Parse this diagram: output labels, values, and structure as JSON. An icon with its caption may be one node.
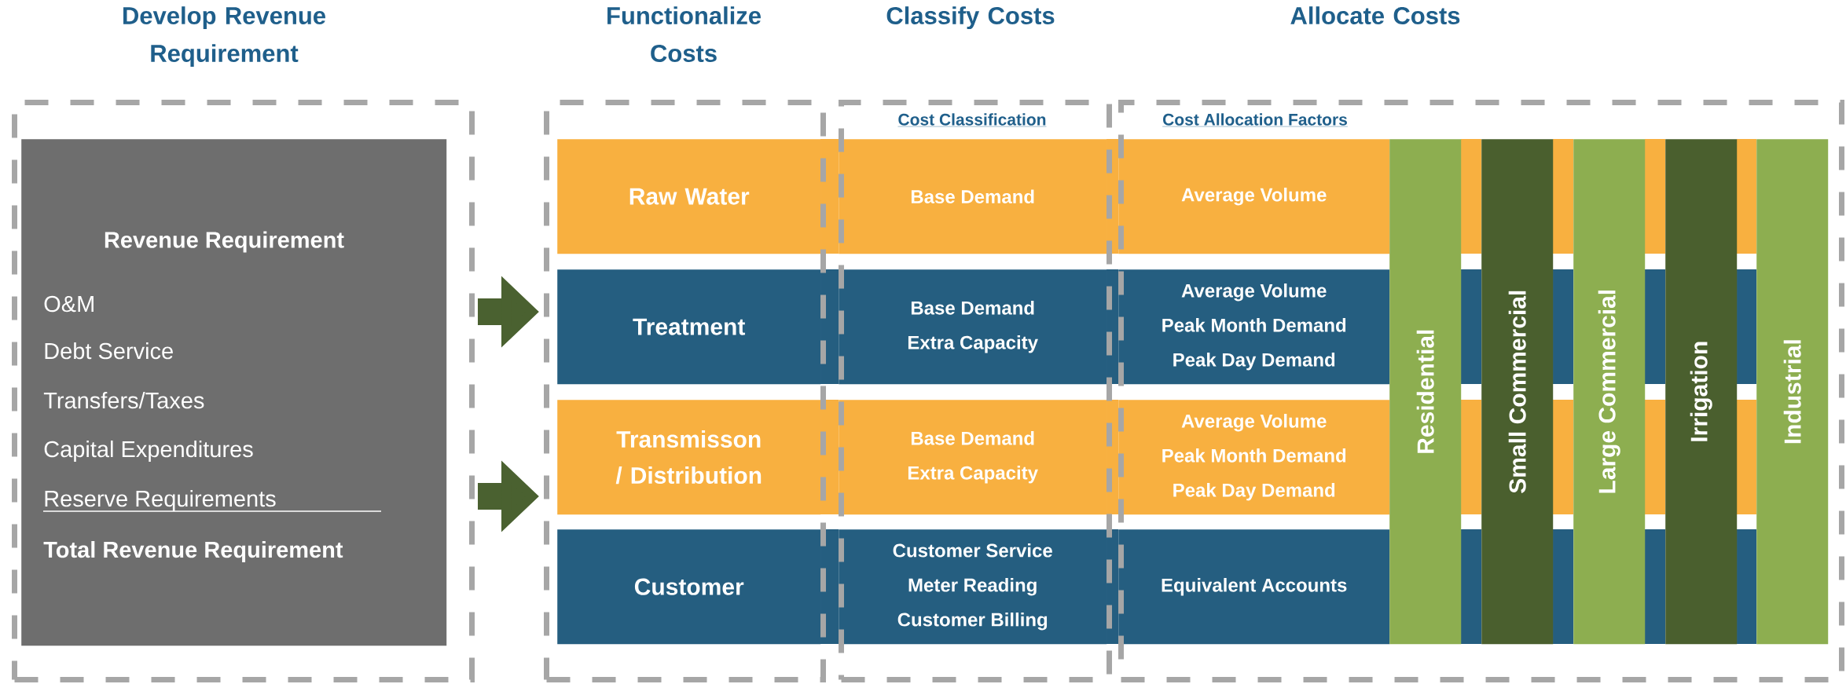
{
  "diagram": {
    "nodes": [
      {
        "text": [
          "Develop Revenue Requirement"
        ]
      },
      {
        "text": [
          "Revenue Requirement",
          "O&M",
          "Debt Service",
          "Transfers/Taxes",
          "Capital Expenditures",
          "Reserve Requirements",
          "Total Revenue Requirement"
        ],
        "in": 0
      },
      {
        "text": [
          "Functionalize Costs"
        ]
      },
      {
        "text": [
          "Classify Costs",
          "Cost Classification"
        ]
      },
      {
        "text": [
          "Allocate Costs",
          "Cost Allocation Factors"
        ]
      },
      {
        "text": [
          "Raw Water"
        ],
        "in": 2
      },
      {
        "text": [
          "Base Demand"
        ],
        "in": 3
      },
      {
        "text": [
          "Average Volume"
        ],
        "in": 4
      },
      {
        "text": [
          "Treatment"
        ],
        "in": 2
      },
      {
        "text": [
          "Base Demand",
          "Extra Capacity"
        ],
        "in": 3
      },
      {
        "text": [
          "Average Volume",
          "Peak Month Demand",
          "Peak Day Demand"
        ],
        "in": 4
      },
      {
        "text": [
          "Transmisson / Distribution"
        ],
        "in": 2
      },
      {
        "text": [
          "Base Demand",
          "Extra Capacity"
        ],
        "in": 3
      },
      {
        "text": [
          "Average Volume",
          "Peak Month Demand",
          "Peak Day Demand"
        ],
        "in": 4
      },
      {
        "text": [
          "Customer"
        ],
        "in": 2
      },
      {
        "text": [
          "Customer Service",
          "Meter Reading",
          "Customer Billing"
        ],
        "in": 3
      },
      {
        "text": [
          "Equivalent Accounts"
        ],
        "in": 4
      },
      {
        "text": [
          "Residential"
        ],
        "in": 4
      },
      {
        "text": [
          "Small Commercial"
        ],
        "in": 4
      },
      {
        "text": [
          "Large Commercial"
        ],
        "in": 4
      },
      {
        "text": [
          "Irrigation"
        ],
        "in": 4
      },
      {
        "text": [
          "Industrial"
        ],
        "in": 4
      }
    ],
    "edges": [
      {
        "from": 0,
        "to": 2,
        "arrow": "to"
      },
      {
        "from": 0,
        "to": 2,
        "arrow": "to"
      }
    ]
  }
}
